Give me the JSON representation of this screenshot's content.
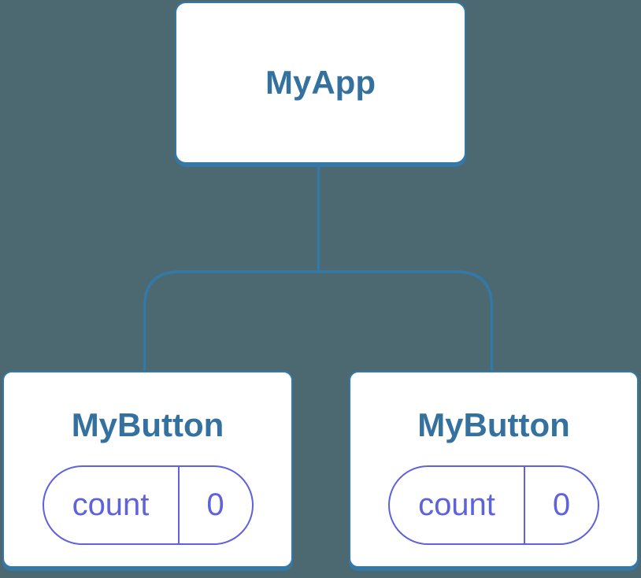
{
  "diagram": {
    "root": {
      "label": "MyApp"
    },
    "children": [
      {
        "label": "MyButton",
        "state": {
          "key": "count",
          "value": "0"
        }
      },
      {
        "label": "MyButton",
        "state": {
          "key": "count",
          "value": "0"
        }
      }
    ]
  },
  "colors": {
    "background": "#4C6972",
    "node_fill": "#FFFFFF",
    "node_border": "#3478A8",
    "node_title": "#35719F",
    "connector": "#3478A8",
    "state_accent": "#5E62DD"
  }
}
